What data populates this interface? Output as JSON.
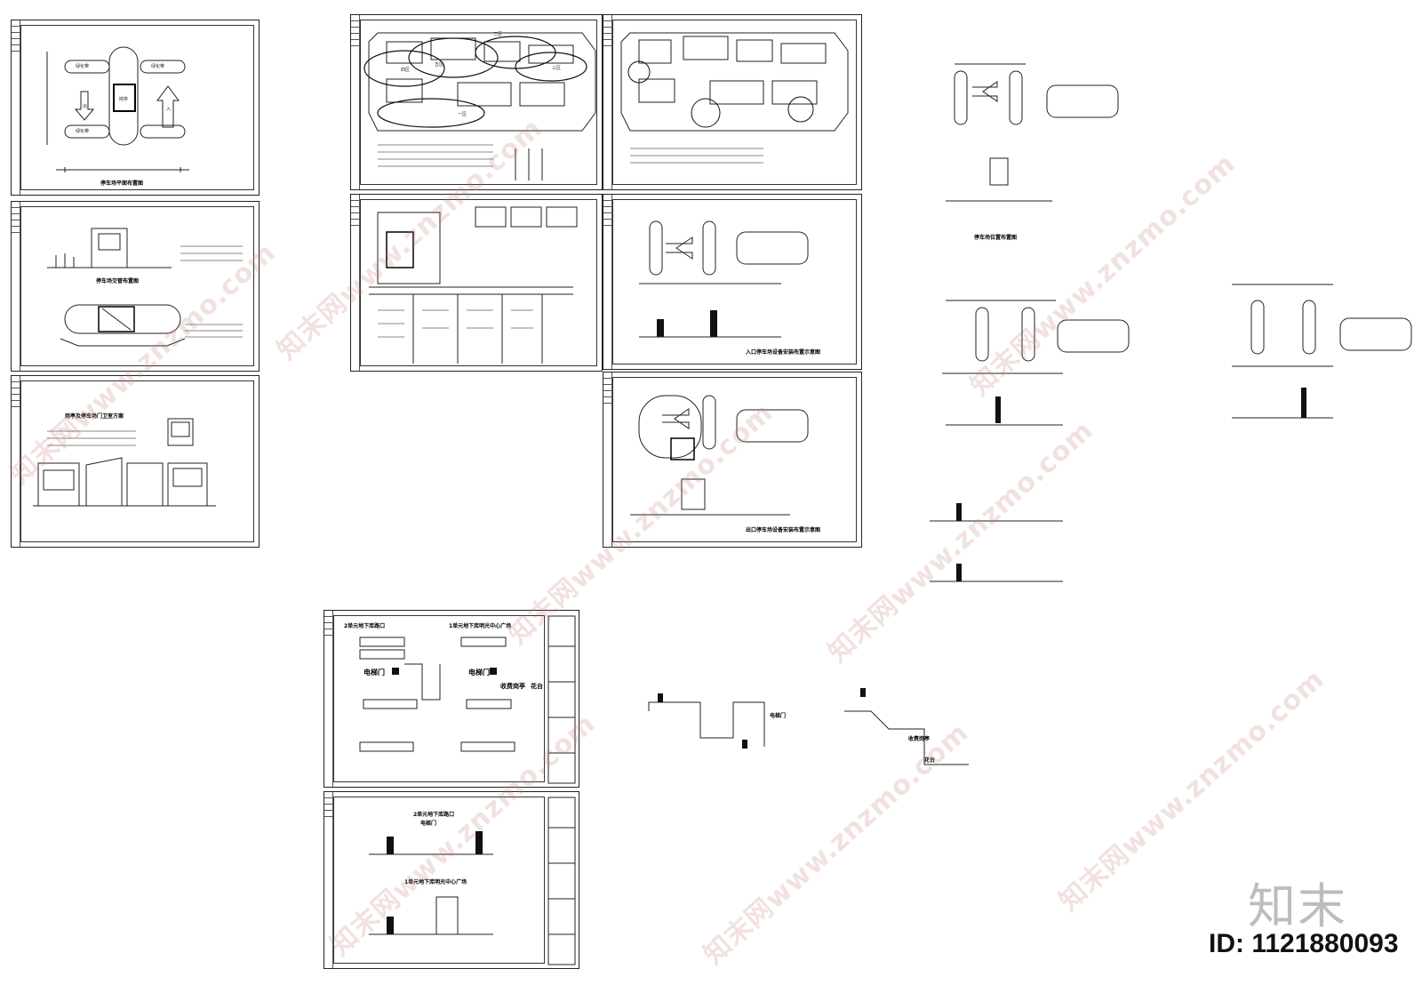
{
  "sheets": {
    "s1": {
      "title": "停车场平面布置图",
      "labels": [
        "绿化带",
        "绿化带",
        "岗亭",
        "绿化带",
        "出",
        "入"
      ]
    },
    "s2": {
      "title": "停车场交管布置图"
    },
    "s3": {
      "title": "岗亭及停车场门卫室方案"
    },
    "s4": {
      "zones": [
        "四区",
        "五区",
        "二区",
        "一区",
        "三区"
      ]
    },
    "s12": {
      "title": "入口停车场设备安装布置示意图"
    },
    "s13": {
      "title": "出口停车场设备安装布置示意图"
    },
    "r1": {
      "title": "停车场位置布置图"
    },
    "b1": {
      "left_title": "2单元地下库路口",
      "right_title": "1单元地下库明光中心广场",
      "elevator": "电梯门",
      "elevator2": "电梯门",
      "booth": "收费岗亭",
      "flower": "花台"
    },
    "b2": {
      "title1": "2单元地下库路口",
      "title1b": "电梯门",
      "title2": "1单元地下库明光中心广场"
    },
    "loose": {
      "elevator": "电梯门",
      "booth": "收费岗亭",
      "flower": "花台"
    }
  },
  "watermark": "知末网www.znzmo.com",
  "logo": "知末",
  "id_label": "ID: 1121880093"
}
